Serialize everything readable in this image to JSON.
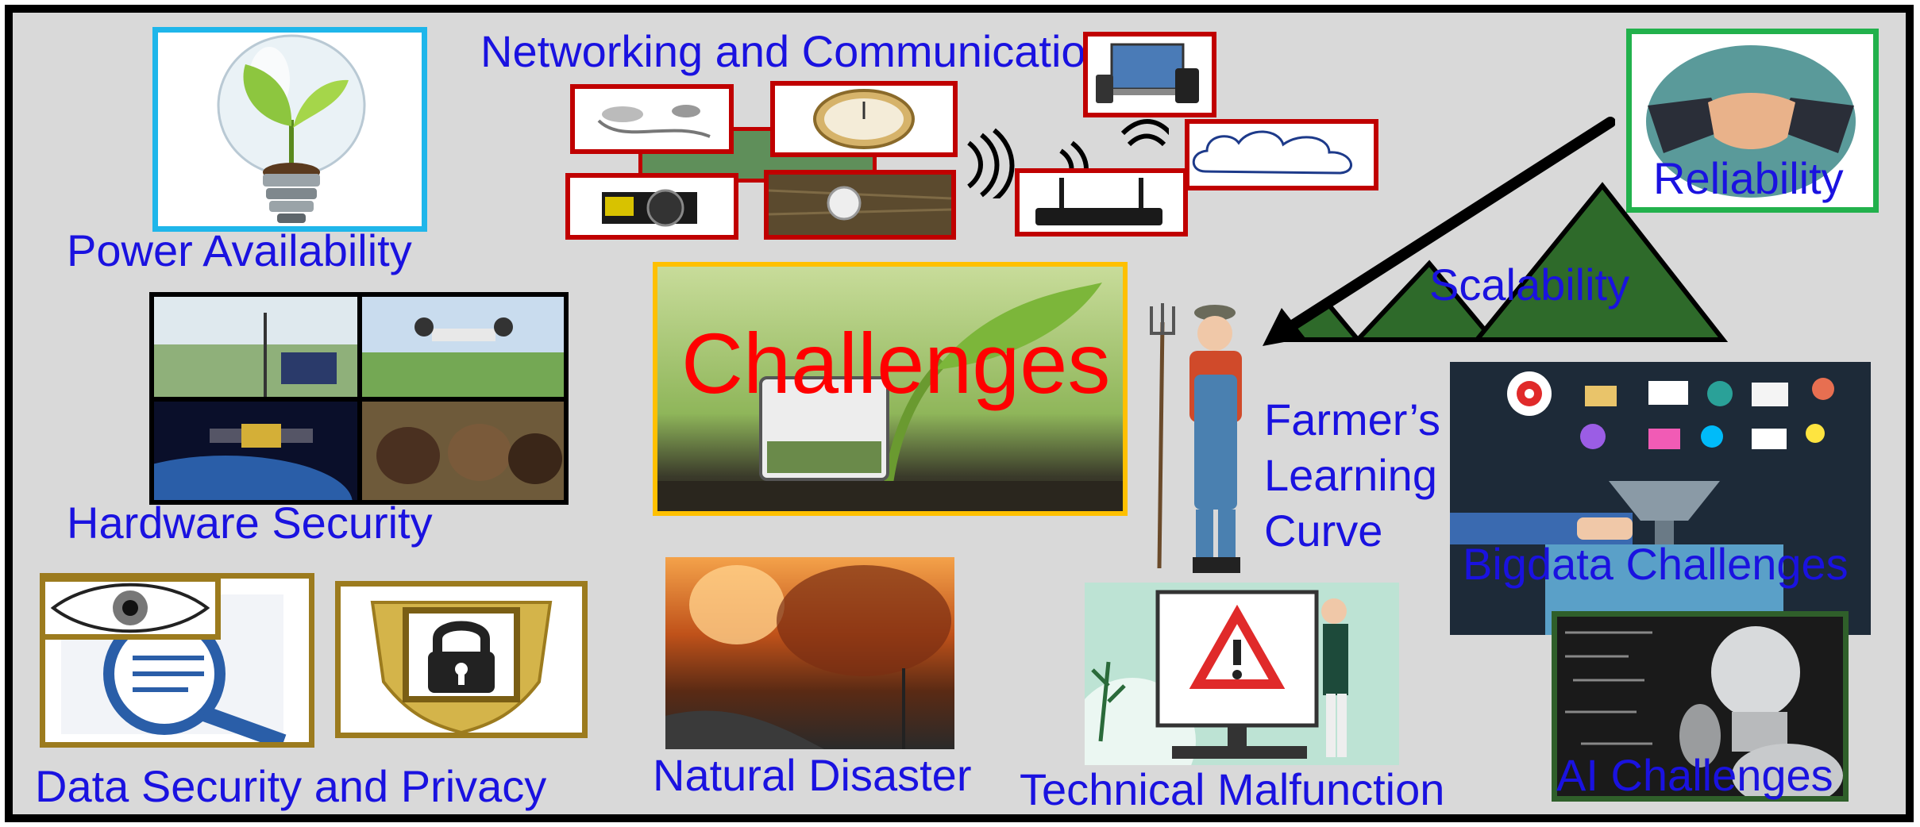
{
  "colors": {
    "background": "#d9d9d9",
    "frame": "#000000",
    "label": "#1a12e0",
    "title": "#ff0000",
    "red_border": "#c00000",
    "gold_border": "#9c7b1e",
    "cyan_border": "#1fb6ea",
    "green_border": "#22b14c",
    "amber_border": "#ffc000",
    "mountain": "#2e6a2a"
  },
  "center": {
    "title": "Challenges"
  },
  "labels": {
    "networking": "Networking and Communication",
    "power": "Power Availability",
    "reliability": "Reliability",
    "scalability": "Scalability",
    "hardware": "Hardware Security",
    "farmer_line1": "Farmer’s",
    "farmer_line2": "Learning",
    "farmer_line3": "Curve",
    "bigdata": "Bigdata Challenges",
    "data_security": "Data Security and Privacy",
    "natural": "Natural Disaster",
    "technical": "Technical Malfunction",
    "ai": "AI Challenges"
  },
  "icons": [
    "plant-bulb-icon",
    "sensor-icon",
    "barometer-icon",
    "microcontroller-icon",
    "ultrasonic-sensor-icon",
    "soil-gauge-icon",
    "wifi-signal-icon",
    "router-icon",
    "devices-icon",
    "cloud-icon",
    "handshake-icon",
    "mountain-icon",
    "arrow-icon",
    "weather-station-icon",
    "drone-icon",
    "satellite-icon",
    "cows-icon",
    "farmer-icon",
    "bigdata-funnel-icon",
    "eye-icon",
    "magnifier-icon",
    "padlock-shield-icon",
    "wildfire-icon",
    "warning-monitor-icon",
    "robot-icon"
  ]
}
